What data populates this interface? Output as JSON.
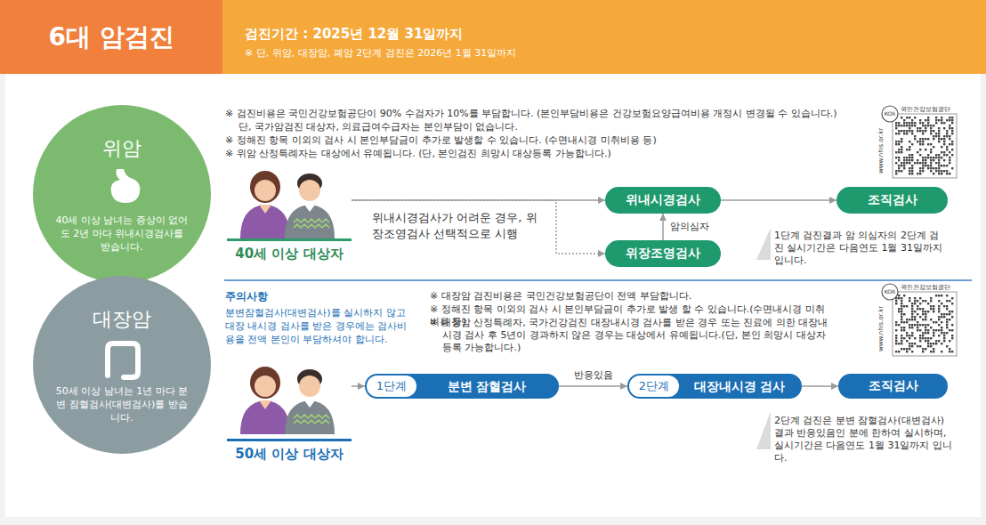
{
  "diagram": {
    "title": "6대 암검진",
    "nodes": [
      {
        "text": [
          "위암",
          "40세 이상 남녀는 증상이 없어도 2년 마다 위내시경검사를 받습니다."
        ]
      },
      {
        "text": [
          "40세 이상 대상자"
        ]
      },
      {
        "text": [
          "위내시경검사"
        ]
      },
      {
        "text": [
          "위장조영검사"
        ]
      },
      {
        "text": [
          "조직검사"
        ]
      },
      {
        "text": [
          "대장암",
          "50세 이상 남녀는 1년 마다 분변 잠혈검사(대변검사)를 받습니다."
        ]
      },
      {
        "text": [
          "50세 이상 대상자"
        ]
      },
      {
        "text": [
          "1단계",
          "분변 잠혈검사"
        ]
      },
      {
        "text": [
          "2단계",
          "대장내시경 검사"
        ]
      },
      {
        "text": [
          "조직검사"
        ]
      }
    ],
    "edges": [
      {
        "from": 1,
        "to": 2,
        "arrow": "to"
      },
      {
        "from": 1,
        "to": 3,
        "arrow": "to"
      },
      {
        "from": 3,
        "to": 2,
        "label": "암의심자",
        "arrow": "to"
      },
      {
        "from": 2,
        "to": 4,
        "arrow": "to"
      },
      {
        "from": 6,
        "to": 7,
        "arrow": "to"
      },
      {
        "from": 7,
        "to": 8,
        "label": "반응있음",
        "arrow": "to"
      },
      {
        "from": 8,
        "to": 9,
        "arrow": "to"
      }
    ],
    "labels": [
      "검진기간 : 2025년 12월 31일까지",
      "※ 단, 위암, 대장암, 폐암 2단계 검진은 2026년 1월 31일까지",
      "※ 검진비용은 국민건강보험공단이 90% 수검자가 10%를 부담합니다. (본인부담비용은 건강보험요양급여비용 개정시 변경될 수 있습니다.)",
      "단, 국가암검진 대상자, 의료급여수급자는 본인부담이 없습니다.",
      "※ 정해진 항목 이외의 검사 시 본인부담금이 추가로 발생할 수 있습니다. (수면내시경 미취비용 등)",
      "※ 위암 산정특례자는 대상에서 유예됩니다. (단, 본인검진 희망시 대상등록 가능합니다.)",
      "위내시경검사가 어려운 경우, 위장조영검사 선택적으로 시행",
      "1단계 검진결과 암 의심자의 2단계 검진 실시기간은 다음연도 1월 31일까지 입니다.",
      "국민건강보험공단",
      "www.nhis.or.kr",
      "주의사항",
      "분변잠혈검사(대변검사)를 실시하지 않고 대장 내시경 검사를 받은 경우에는 검사비용을 전액 본인이 부담하셔야 합니다.",
      "※ 대장암 검진비용은 국민건강보험공단이 전액 부담합니다.",
      "※ 정해진 항목 이외의 검사 시 본인부담금이 추가로 발생 할 수 있습니다.(수면내시경 미취비용 등)",
      "※ 대장암 산정특례자, 국가건강검진 대장내시경 검사를 받은 경우 또는 진료에 의한 대장내시경 검사 후 5년이 경과하지 않은 경우는 대상에서 유예됩니다.(단, 본인 희망시 대상자 등록 가능합니다.)",
      "2단계 검진은 분변 잠혈검사(대변검사) 결과 반응있음인 분에 한하여 실시하며, 실시기간은 다음연도 1월 31일까지 입니다.",
      "국민건강보험공단",
      "www.nhis.or.kr",
      "KOR",
      "KOR"
    ]
  }
}
